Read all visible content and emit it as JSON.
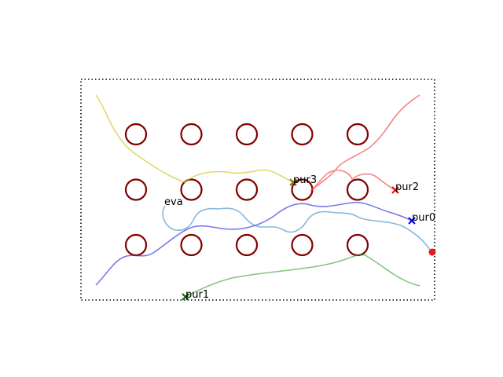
{
  "scene": {
    "border_style": "dotted",
    "obstacle_color": "#800000",
    "obstacle_rows": 3,
    "obstacle_cols": 5
  },
  "agents": {
    "evader": {
      "label": "eva",
      "color": "#1f77b4",
      "marker": "dot",
      "marker_color": "#e41a1c"
    },
    "pursuers": [
      {
        "label": "pur0",
        "color": "#0000ff",
        "marker": "x"
      },
      {
        "label": "pur1",
        "color": "#008000",
        "marker": "x"
      },
      {
        "label": "pur2",
        "color": "#ff0000",
        "marker": "x"
      },
      {
        "label": "pur3",
        "color": "#b8a400",
        "marker": "x"
      }
    ]
  }
}
